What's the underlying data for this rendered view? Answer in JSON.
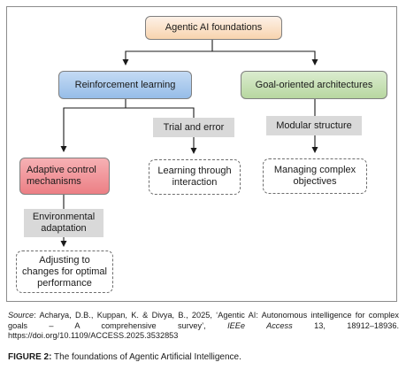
{
  "diagram": {
    "root": {
      "label": "Agentic AI foundations",
      "fill": "#fbe5d6",
      "fill2": "#f5c89a"
    },
    "branches": {
      "reinforcement": {
        "label": "Reinforcement learning",
        "fill": "#a9cbee"
      },
      "goal": {
        "label": "Goal-oriented architectures",
        "fill": "#c6dfb4"
      }
    },
    "labels": {
      "trial_and_error": "Trial and error",
      "modular_structure": "Modular structure",
      "environmental_adaptation": "Environmental adaptation"
    },
    "nodes": {
      "adaptive_control": {
        "label": "Adaptive control mechanisms",
        "fill": "#f08d92"
      },
      "learning_through_interaction": "Learning through interaction",
      "managing_complex_objectives": "Managing complex objectives",
      "adjusting_to_changes": "Adjusting to changes for optimal performance"
    }
  },
  "caption": {
    "source_label": "Source",
    "source_text": ": Acharya, D.B., Kuppan, K. & Divya, B., 2025, ‘Agentic AI: Autonomous intelligence for complex goals – A comprehensive survey’, ",
    "journal": "IEEe Access",
    "source_tail": " 13, 18912–18936. https://doi.org/10.1109/ACCESS.2025.3532853",
    "figure_label": "FIGURE 2:",
    "figure_text": " The foundations of Agentic Artificial Intelligence."
  }
}
